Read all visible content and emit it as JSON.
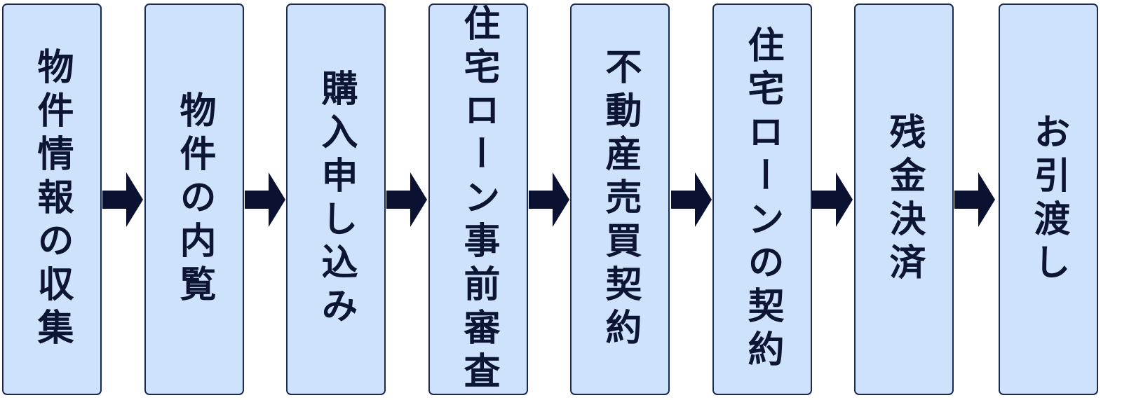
{
  "flow": {
    "steps": [
      {
        "label": "物件情報の収集"
      },
      {
        "label": "物件の内覧"
      },
      {
        "label": "購入申し込み"
      },
      {
        "label": "住宅ローン事前審査"
      },
      {
        "label": "不動産売買契約"
      },
      {
        "label": "住宅ローンの契約"
      },
      {
        "label": "残金決済"
      },
      {
        "label": "お引渡し"
      }
    ],
    "arrow_icon": "right-arrow-icon",
    "colors": {
      "box_fill": "#cfe2fb",
      "box_border": "#1c2a4f",
      "text": "#0d1535",
      "arrow": "#0b1131"
    }
  }
}
